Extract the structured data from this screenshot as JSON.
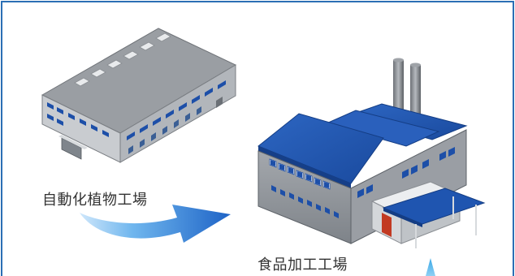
{
  "labels": {
    "plant_factory": "自動化植物工場",
    "food_factory": "食品加工工場"
  },
  "colors": {
    "frame_border": "#2b6fb5",
    "roof_blue": "#1f55b0",
    "roof_blue_dark": "#143d84",
    "wall_gray": "#8e9399",
    "wall_light": "#c9ccd0",
    "window_blue": "#1d4fa8",
    "arrow_blue": "#2b86d6",
    "door_red": "#c23a22"
  },
  "icons": [
    "automated-plant-factory-building",
    "food-processing-factory-building",
    "flow-arrow"
  ]
}
